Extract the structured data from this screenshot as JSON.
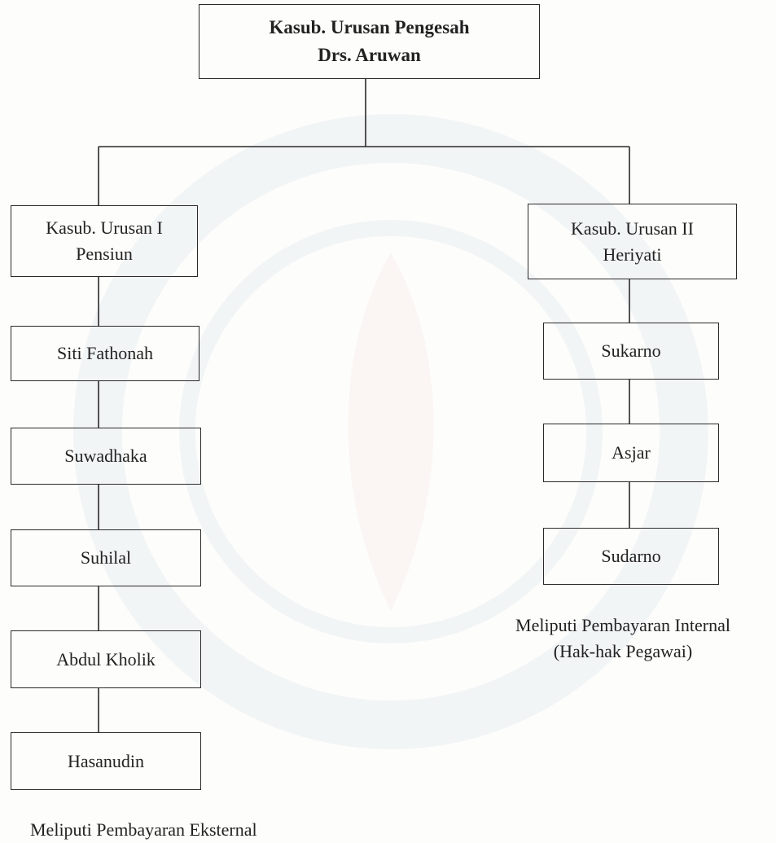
{
  "top": {
    "line1": "Kasub. Urusan Pengesah",
    "line2": "Drs. Aruwan"
  },
  "left_head": {
    "line1": "Kasub. Urusan I",
    "line2": "Pensiun"
  },
  "right_head": {
    "line1": "Kasub. Urusan II",
    "line2": "Heriyati"
  },
  "left_staff": [
    "Siti Fathonah",
    "Suwadhaka",
    "Suhilal",
    "Abdul Kholik",
    "Hasanudin"
  ],
  "right_staff": [
    "Sukarno",
    "Asjar",
    "Sudarno"
  ],
  "right_caption": {
    "line1": "Meliputi Pembayaran Internal",
    "line2": "(Hak-hak Pegawai)"
  },
  "left_caption": {
    "line1": "Meliputi Pembayaran Eksternal"
  },
  "colors": {
    "line": "#2a2a2a",
    "watermark": "#7aa7c7"
  }
}
